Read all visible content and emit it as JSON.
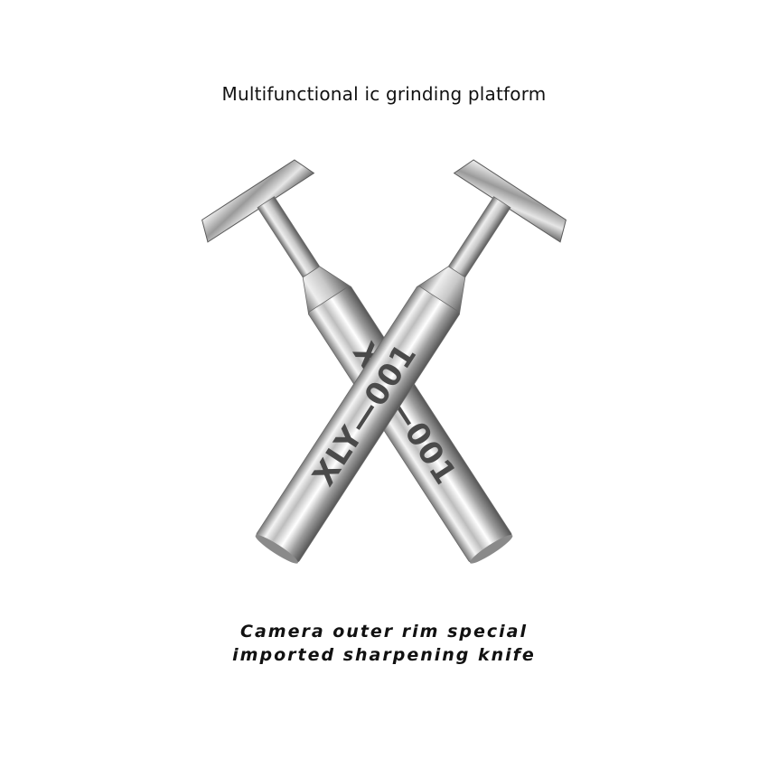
{
  "header": {
    "title": "Multifunctional ic grinding platform"
  },
  "product": {
    "engraving_front": "XLY—001",
    "engraving_back": "XLY—001"
  },
  "caption": {
    "line1": "Camera outer rim special",
    "line2": "imported sharpening knife"
  }
}
